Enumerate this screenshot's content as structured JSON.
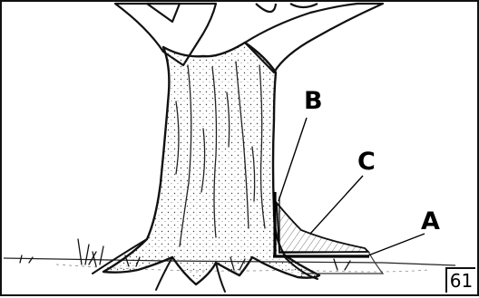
{
  "figure": {
    "number": "61",
    "labels": {
      "a": "A",
      "b": "B",
      "c": "C"
    }
  }
}
